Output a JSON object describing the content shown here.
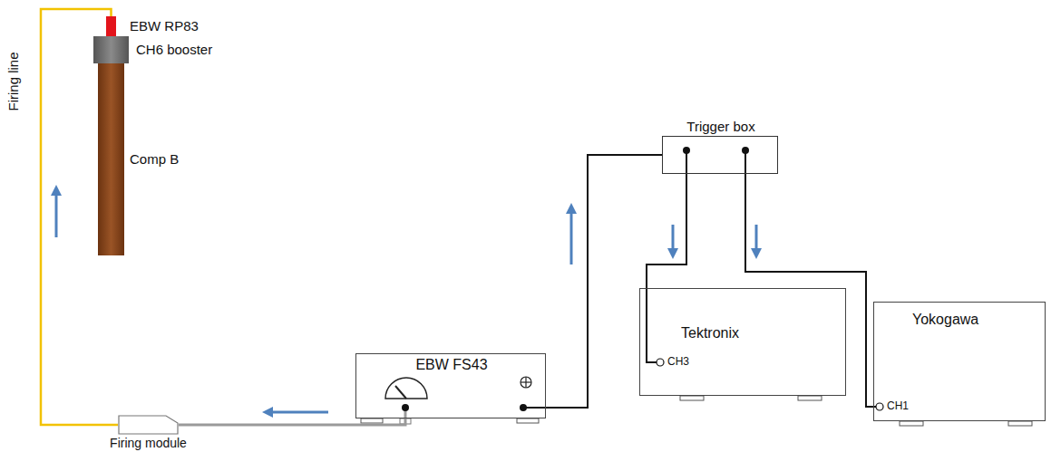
{
  "diagram": {
    "nodes": [
      {
        "text": [
          "EBW RP83"
        ]
      },
      {
        "text": [
          "CH6 booster"
        ]
      },
      {
        "text": [
          "Comp B"
        ]
      },
      {
        "text": [
          "Trigger box"
        ]
      },
      {
        "text": [
          "EBW FS43"
        ]
      },
      {
        "text": [
          "Tektronix"
        ]
      },
      {
        "text": [
          "Yokogawa"
        ]
      },
      {
        "text": [
          "Firing module"
        ]
      }
    ],
    "edges": [
      {
        "from": 7,
        "to": 0,
        "label": "Firing line",
        "arrow": "none"
      },
      {
        "from": 4,
        "to": 7,
        "arrow": "none"
      },
      {
        "from": 4,
        "to": 3,
        "arrow": "none"
      },
      {
        "from": 3,
        "to": 5,
        "arrow": "none"
      },
      {
        "from": 3,
        "to": 6,
        "arrow": "none"
      }
    ],
    "labels": [
      "CH3",
      "CH1"
    ]
  }
}
